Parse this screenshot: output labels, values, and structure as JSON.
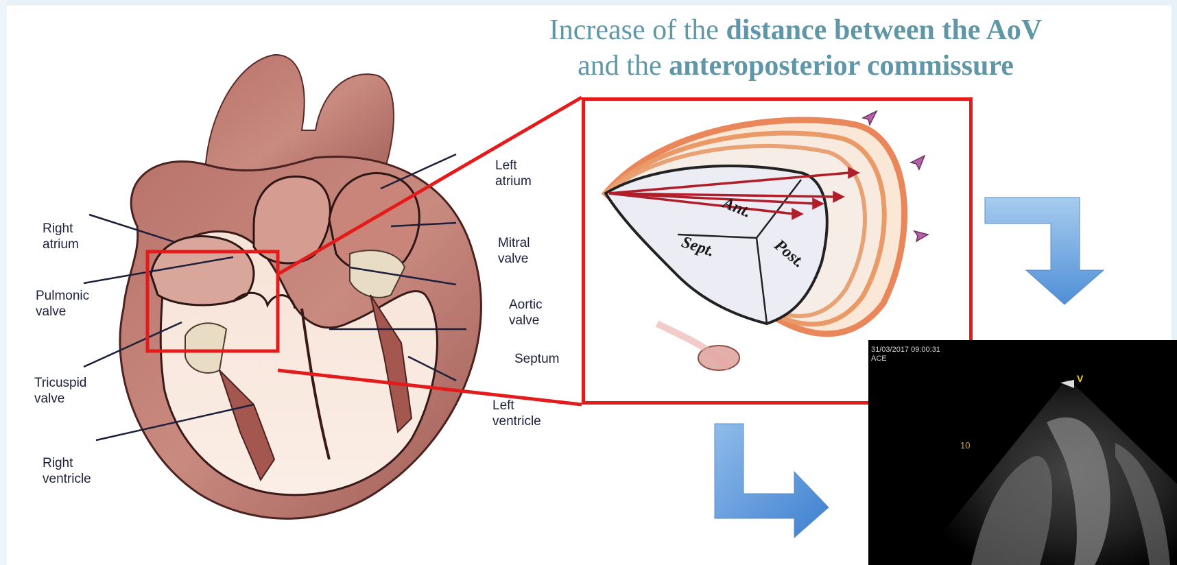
{
  "title": {
    "part1": "Increase of the ",
    "bold1": "distance between the AoV",
    "part2": "and the ",
    "bold2": "anteroposterior commissure"
  },
  "heart_labels": {
    "right_atrium": "Right\natrium",
    "pulmonic_valve": "Pulmonic\nvalve",
    "tricuspid_valve": "Tricuspid\nvalve",
    "right_ventricle": "Right\nventricle",
    "left_atrium": "Left\natrium",
    "mitral_valve": "Mitral\nvalve",
    "aortic_valve": "Aortic\nvalve",
    "septum": "Septum",
    "left_ventricle": "Left\nventricle"
  },
  "tricuspid_labels": {
    "anterior": "Ant.",
    "septal": "Sept.",
    "posterior": "Post."
  },
  "echo": {
    "timestamp": "31/03/2017 09:00:31",
    "mode": "ACE",
    "depth": "10",
    "marker": "V"
  },
  "colors": {
    "title": "#5f97a8",
    "highlight_box": "#e41b1b",
    "arrow_fill": "#6fa6dd",
    "vector_arrows": "#b01e2a"
  }
}
